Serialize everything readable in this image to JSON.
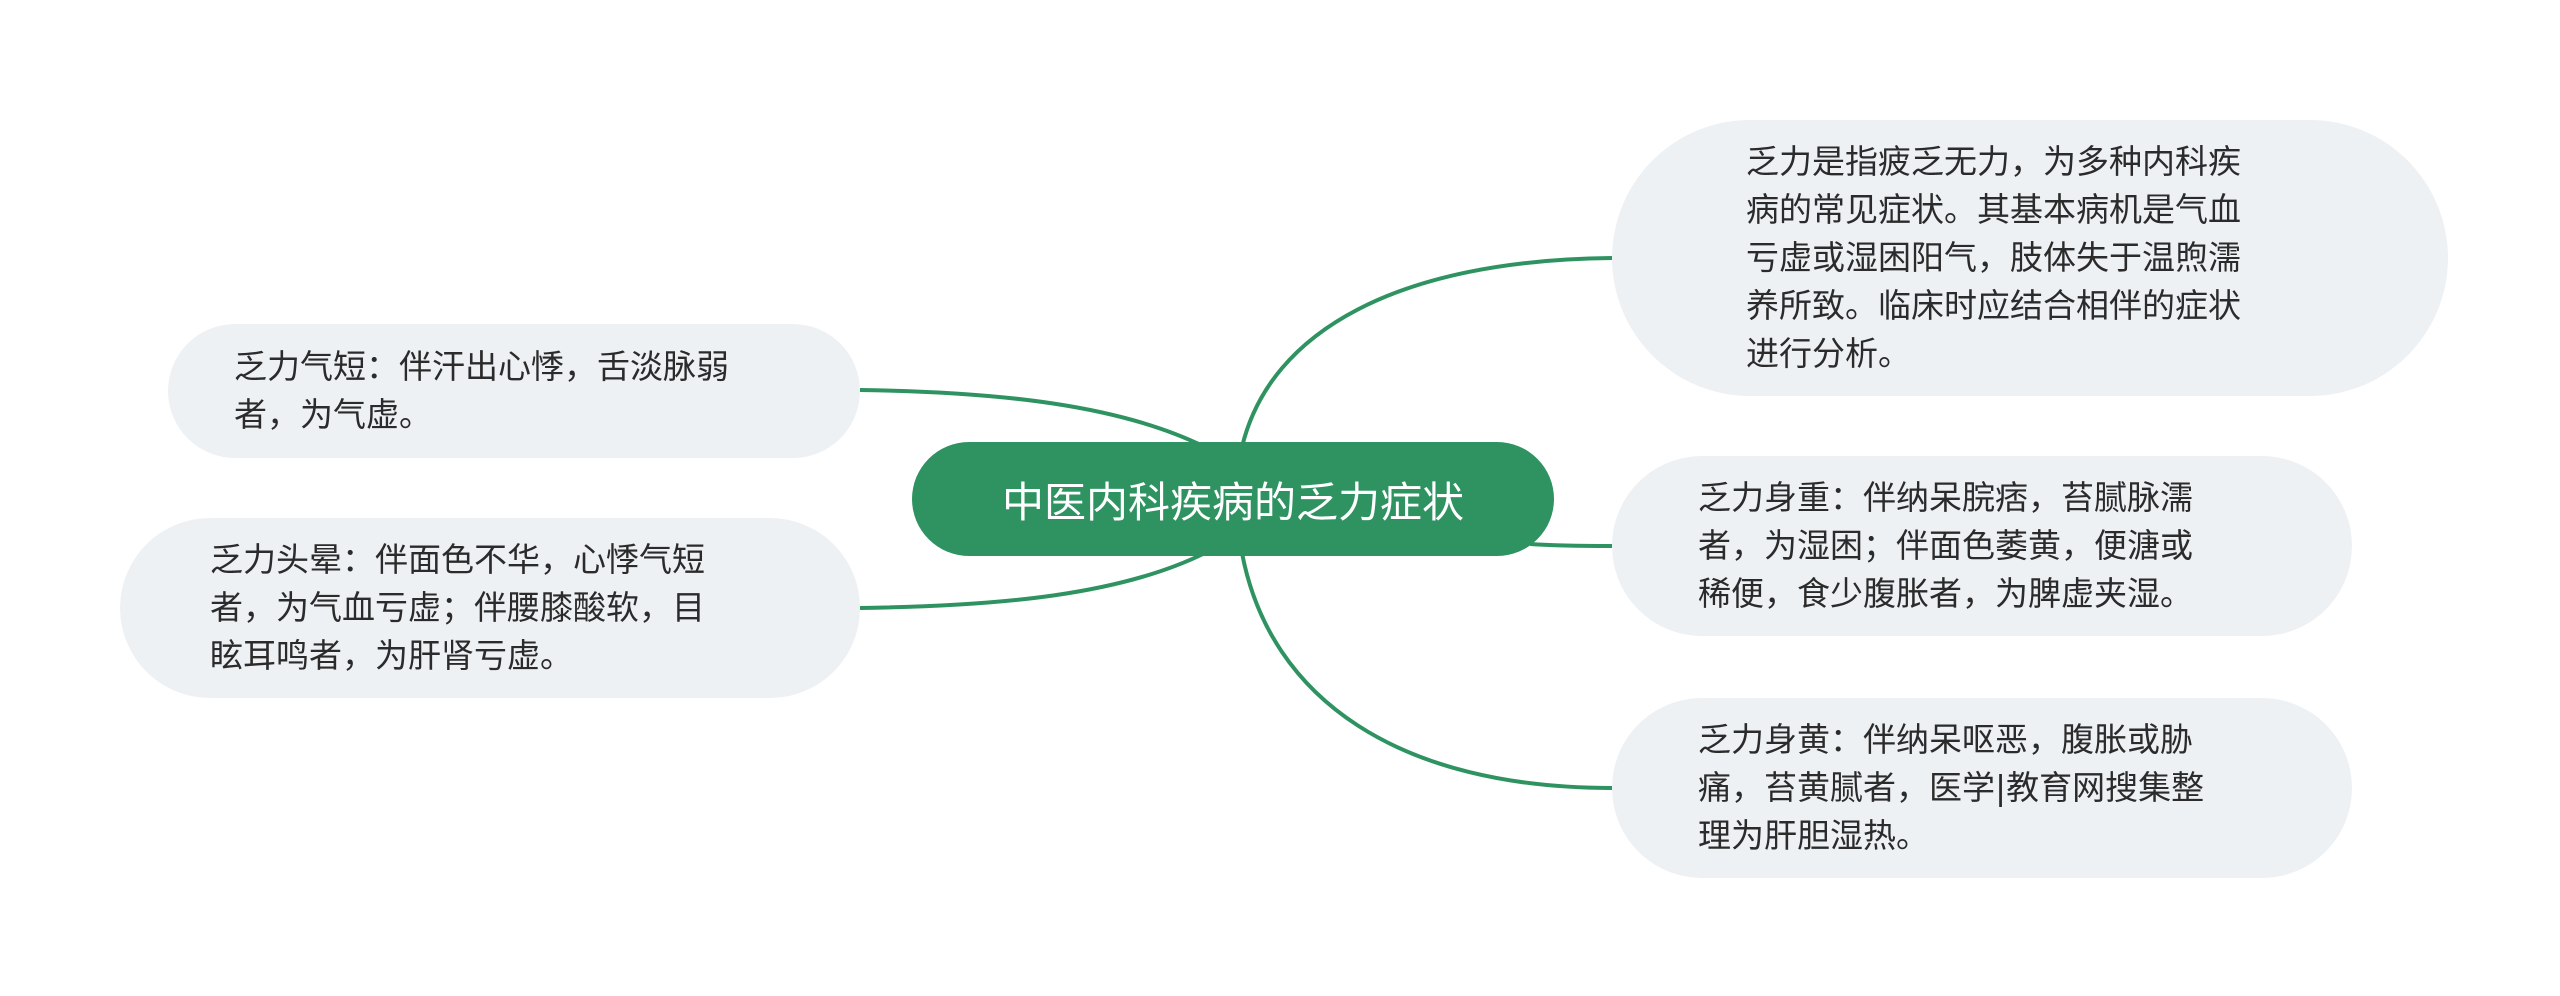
{
  "colors": {
    "central_fill": "#2e9361",
    "central_text": "#ffffff",
    "branch_line": "#2e9361",
    "node_fill": "#eef1f4",
    "node_text": "#2b2b2b"
  },
  "mindmap": {
    "central": {
      "label": "中医内科疾病的乏力症状"
    },
    "left_branches": [
      {
        "text": "乏力气短：伴汗出心悸，舌淡脉弱\n者，为气虚。"
      },
      {
        "text": "乏力头晕：伴面色不华，心悸气短\n者，为气血亏虚；伴腰膝酸软，目\n眩耳鸣者，为肝肾亏虚。"
      }
    ],
    "right_branches": [
      {
        "text": "乏力是指疲乏无力，为多种内科疾\n病的常见症状。其基本病机是气血\n亏虚或湿困阳气，肢体失于温煦濡\n养所致。临床时应结合相伴的症状\n进行分析。"
      },
      {
        "text": "乏力身重：伴纳呆脘痞，苔腻脉濡\n者，为湿困；伴面色萎黄，便溏或\n稀便，食少腹胀者，为脾虚夹湿。"
      },
      {
        "text": "乏力身黄：伴纳呆呕恶，腹胀或胁\n痛，苔黄腻者，医学|教育网搜集整\n理为肝胆湿热。"
      }
    ]
  }
}
